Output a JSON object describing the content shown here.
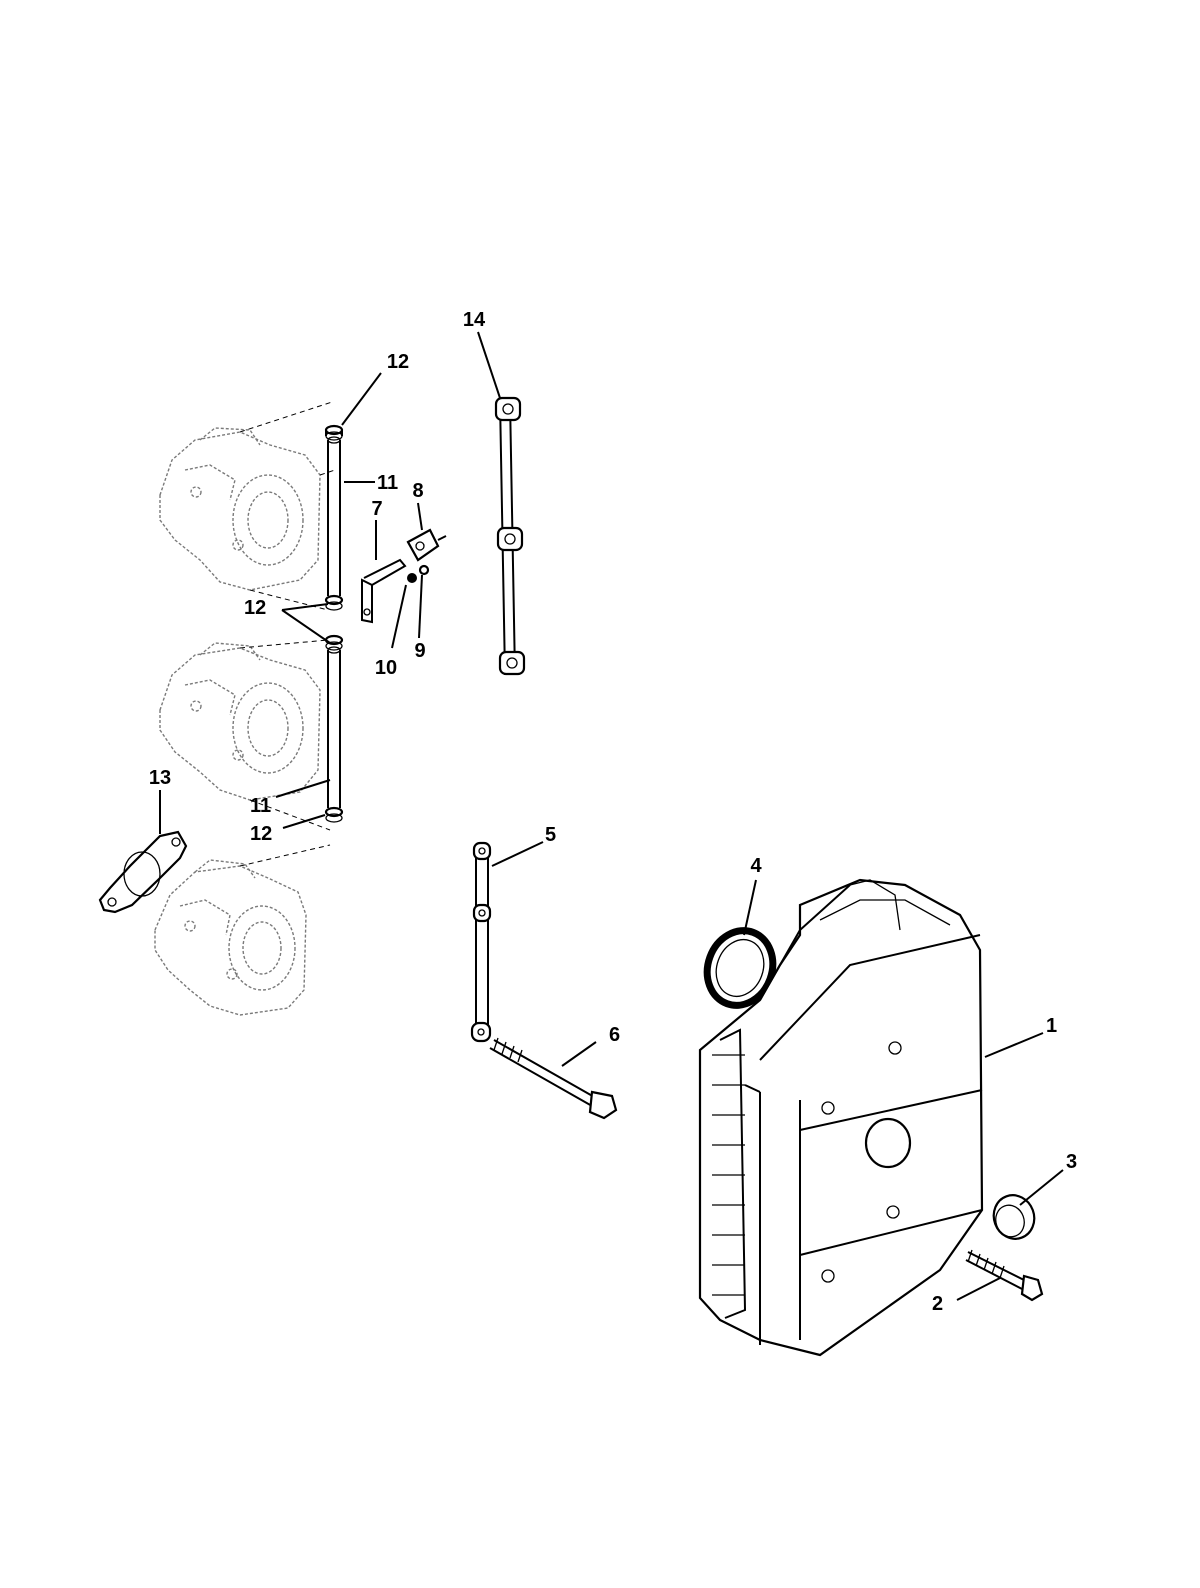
{
  "callouts": [
    {
      "id": "c1",
      "text": "1"
    },
    {
      "id": "c2",
      "text": "2"
    },
    {
      "id": "c3",
      "text": "3"
    },
    {
      "id": "c4",
      "text": "4"
    },
    {
      "id": "c5",
      "text": "5"
    },
    {
      "id": "c6",
      "text": "6"
    },
    {
      "id": "c7",
      "text": "7"
    },
    {
      "id": "c8",
      "text": "8"
    },
    {
      "id": "c9",
      "text": "9"
    },
    {
      "id": "c10",
      "text": "10"
    },
    {
      "id": "c11a",
      "text": "11"
    },
    {
      "id": "c11b",
      "text": "11"
    },
    {
      "id": "c12a",
      "text": "12"
    },
    {
      "id": "c12b",
      "text": "12"
    },
    {
      "id": "c12c",
      "text": "12"
    },
    {
      "id": "c13",
      "text": "13"
    },
    {
      "id": "c14",
      "text": "14"
    }
  ],
  "colors": {
    "ink": "#000000",
    "background": "#ffffff",
    "ghost": "#7a7a7a"
  }
}
